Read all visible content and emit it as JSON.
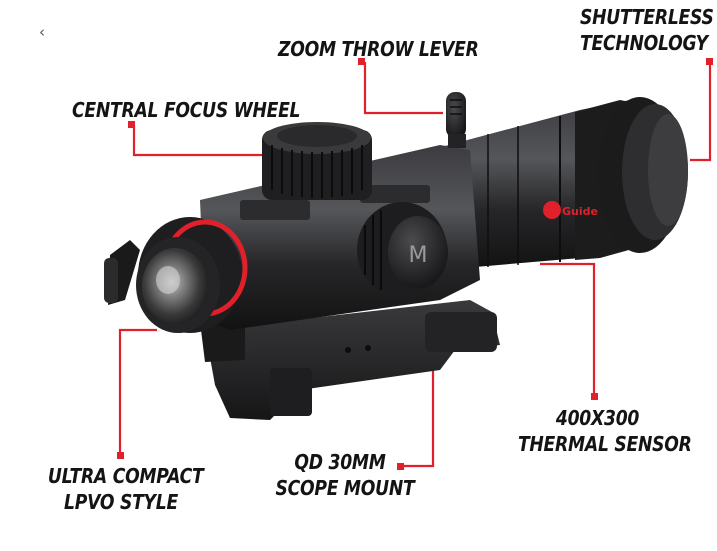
{
  "nav": {
    "back_symbol": "‹"
  },
  "colors": {
    "accent": "#e0202a",
    "text": "#141414",
    "body": "#2a2a2c"
  },
  "product": {
    "brand": "Guide",
    "button_mark": "M"
  },
  "callouts": {
    "zoom_throw_lever": "ZOOM THROW LEVER",
    "central_focus_wheel": "CENTRAL FOCUS WHEEL",
    "shutterless_1": "SHUTTERLESS",
    "shutterless_2": "TECHNOLOGY",
    "sensor_1": "400X300",
    "sensor_2": "THERMAL SENSOR",
    "mount_1": "QD 30MM",
    "mount_2": "SCOPE MOUNT",
    "compact_1": "ULTRA COMPACT",
    "compact_2": "LPVO STYLE"
  }
}
